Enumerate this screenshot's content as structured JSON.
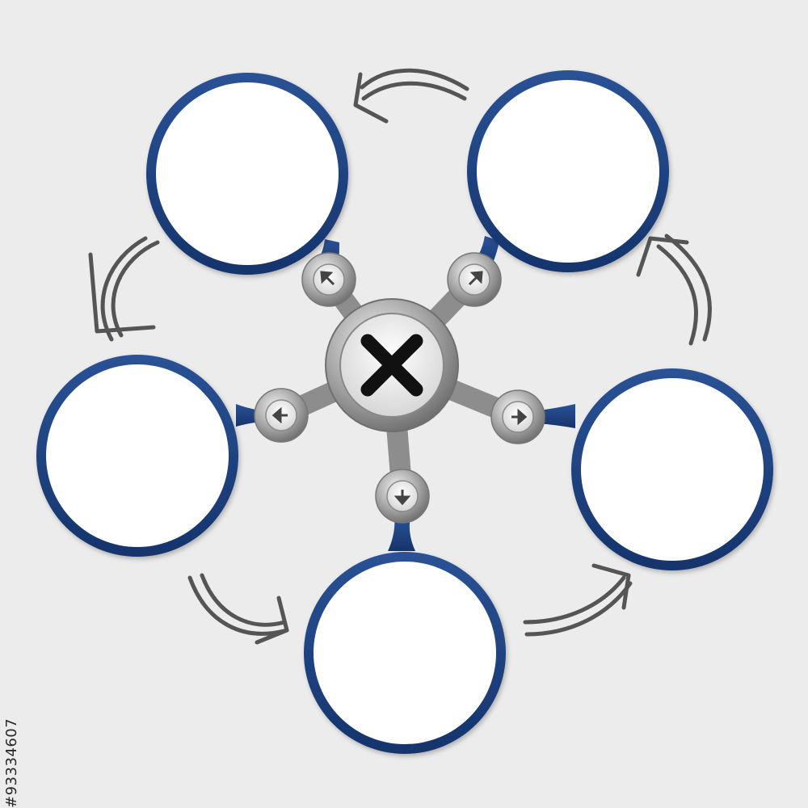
{
  "watermark": {
    "stock_id": "#93334607"
  },
  "colors": {
    "background": "#ececec",
    "ring_blue": "#1b3d7c",
    "metal": "#9a9a9a",
    "arrow_gray": "#555555",
    "cross": "#111111"
  },
  "hub": {
    "icon": "close-icon"
  },
  "connector_icons": [
    "arrow-up-left-icon",
    "arrow-up-right-icon",
    "arrow-left-icon",
    "arrow-right-icon",
    "arrow-down-icon"
  ],
  "text_bubbles": [
    {
      "id": "top-left",
      "text": ""
    },
    {
      "id": "top-right",
      "text": ""
    },
    {
      "id": "left",
      "text": ""
    },
    {
      "id": "right",
      "text": ""
    },
    {
      "id": "bottom",
      "text": ""
    }
  ]
}
